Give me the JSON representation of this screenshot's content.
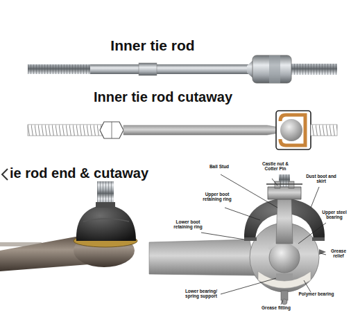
{
  "diagram": {
    "labels": [
      "Inner tie rod",
      "Inner tie rod cutaway",
      "ie rod end & cutaway",
      "Ball Stud",
      "Castle nut & Cotter Pin",
      "Dust boot and skirt",
      "Upper boot retaining ring",
      "Upper steel bearing",
      "Lower boot retaining ring",
      "Grease relief",
      "Lower bearing/ spring support",
      "Grease fitting",
      "Polymer bearing"
    ]
  }
}
